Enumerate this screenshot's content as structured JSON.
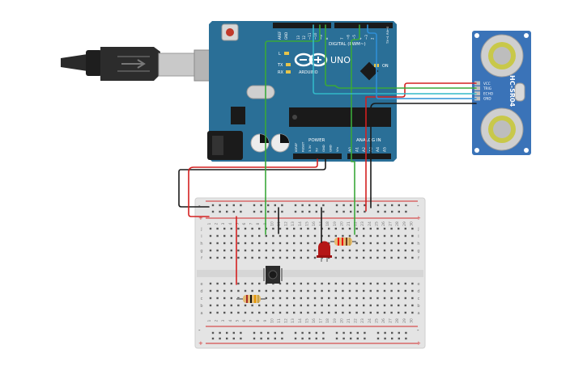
{
  "arduino": {
    "logo_text": "UNO",
    "brand": "ARDUINO",
    "label_aref": "AREF",
    "label_gnd": "GND",
    "label_digital": "DIGITAL (PWM~)",
    "label_power": "POWER",
    "label_analog": "ANALOG IN",
    "label_l": "L",
    "label_tx": "TX",
    "label_rx": "RX",
    "label_on": "ON",
    "label_txrx_pins": "TX→1 RX←0",
    "digital_pins": [
      "13",
      "12",
      "~11",
      "~10",
      "~9",
      "8",
      "7",
      "~6",
      "~5",
      "4",
      "~3",
      "2"
    ],
    "power_pins": [
      "IOREF",
      "RESET",
      "3.3V",
      "5V",
      "GND",
      "GND",
      "Vin"
    ],
    "analog_pins": [
      "A0",
      "A1",
      "A2",
      "A3",
      "A4",
      "A5"
    ]
  },
  "sensor": {
    "model": "HC-SR04",
    "pins": [
      "VCC",
      "TRIG",
      "ECHO",
      "GND"
    ]
  },
  "breadboard": {
    "row_letters_top": [
      "j",
      "i",
      "h",
      "g",
      "f"
    ],
    "row_letters_bottom": [
      "e",
      "d",
      "c",
      "b",
      "a"
    ],
    "column_numbers": [
      "1",
      "2",
      "3",
      "4",
      "5",
      "6",
      "7",
      "8",
      "9",
      "10",
      "11",
      "12",
      "13",
      "14",
      "15",
      "16",
      "17",
      "18",
      "19",
      "20",
      "21",
      "22",
      "23",
      "24",
      "25",
      "26",
      "27",
      "28",
      "29",
      "30"
    ],
    "rail_minus": "-",
    "rail_plus": "+"
  },
  "colors": {
    "board": "#2a6f97",
    "board_dark": "#1f5a7d",
    "breadboard": "#e4e4e4",
    "rail_red": "#d22a2a",
    "wire_red": "#d42020",
    "wire_black": "#1a1a1a",
    "wire_green": "#3aa83a",
    "wire_blue": "#2f8fd6",
    "wire_cyan": "#33b8c9",
    "led_red": "#b51717",
    "sensor_board": "#3a73b8"
  }
}
